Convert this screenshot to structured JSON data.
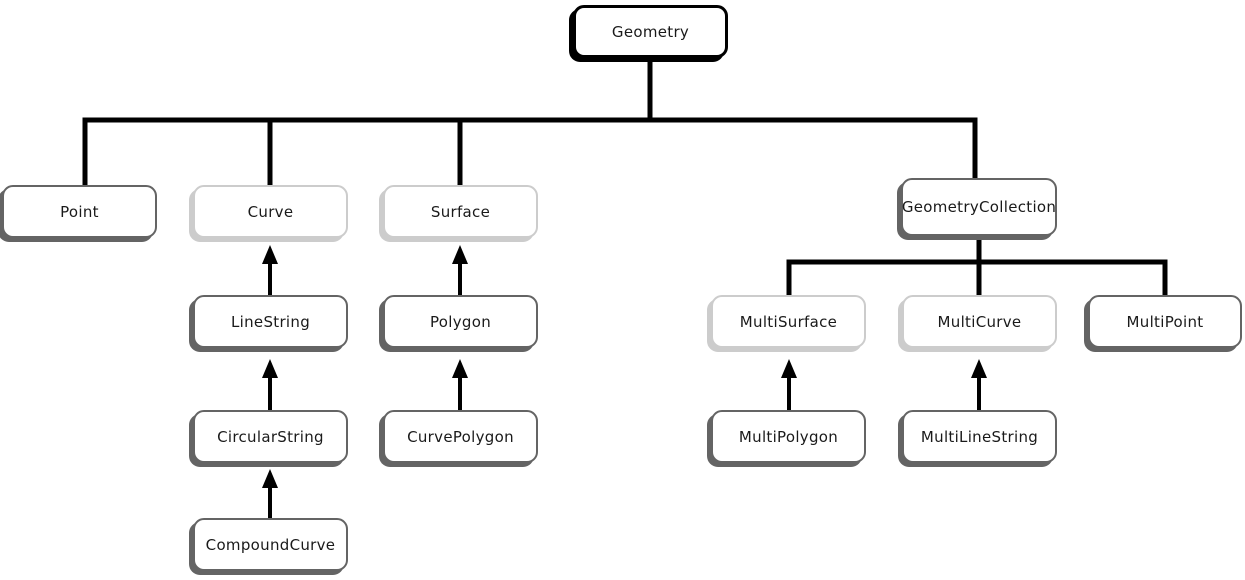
{
  "diagram": {
    "type": "class-hierarchy",
    "root": "Geometry",
    "nodes": {
      "geometry": {
        "label": "Geometry",
        "style": "root"
      },
      "point": {
        "label": "Point",
        "style": "concrete"
      },
      "curve": {
        "label": "Curve",
        "style": "abstract"
      },
      "surface": {
        "label": "Surface",
        "style": "abstract"
      },
      "geometrycollection": {
        "label": "GeometryCollection",
        "style": "concrete"
      },
      "linestring": {
        "label": "LineString",
        "style": "concrete"
      },
      "polygon": {
        "label": "Polygon",
        "style": "concrete"
      },
      "multisurface": {
        "label": "MultiSurface",
        "style": "abstract"
      },
      "multicurve": {
        "label": "MultiCurve",
        "style": "abstract"
      },
      "multipoint": {
        "label": "MultiPoint",
        "style": "concrete"
      },
      "circularstring": {
        "label": "CircularString",
        "style": "concrete"
      },
      "curvepolygon": {
        "label": "CurvePolygon",
        "style": "concrete"
      },
      "multipolygon": {
        "label": "MultiPolygon",
        "style": "concrete"
      },
      "multilinestring": {
        "label": "MultiLineString",
        "style": "concrete"
      },
      "compoundcurve": {
        "label": "CompoundCurve",
        "style": "concrete"
      }
    },
    "tree_edges": [
      {
        "parent": "Geometry",
        "child": "Point"
      },
      {
        "parent": "Geometry",
        "child": "Curve"
      },
      {
        "parent": "Geometry",
        "child": "Surface"
      },
      {
        "parent": "Geometry",
        "child": "GeometryCollection"
      },
      {
        "parent": "GeometryCollection",
        "child": "MultiSurface"
      },
      {
        "parent": "GeometryCollection",
        "child": "MultiCurve"
      },
      {
        "parent": "GeometryCollection",
        "child": "MultiPoint"
      }
    ],
    "arrow_edges": [
      {
        "from": "LineString",
        "to": "Curve"
      },
      {
        "from": "CircularString",
        "to": "LineString"
      },
      {
        "from": "CompoundCurve",
        "to": "CircularString"
      },
      {
        "from": "Polygon",
        "to": "Surface"
      },
      {
        "from": "CurvePolygon",
        "to": "Polygon"
      },
      {
        "from": "MultiPolygon",
        "to": "MultiSurface"
      },
      {
        "from": "MultiLineString",
        "to": "MultiCurve"
      }
    ],
    "colors": {
      "root_border": "#000000",
      "concrete_border": "#646464",
      "abstract_border": "#cccccc",
      "connector": "#000000",
      "background": "#ffffff",
      "text": "#1a1a1a"
    }
  }
}
